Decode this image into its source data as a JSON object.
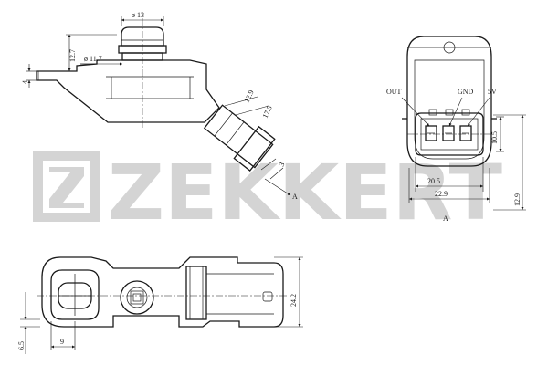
{
  "watermark": {
    "text": "ZEKKERT",
    "color": "#d4d4d4"
  },
  "side_view": {
    "dims": {
      "d13": "ø 13",
      "d11_7": "ø 11.7",
      "d12_7": "12.7",
      "d4": "4",
      "d12_9": "12.9",
      "d17_5": "17.5",
      "d3": "3",
      "section": "A"
    }
  },
  "connector_view": {
    "pins": {
      "out": "OUT",
      "gnd": "GND",
      "v5": "5V"
    },
    "dims": {
      "d20_5": "20.5",
      "d22_9": "22.9",
      "d10_5": "10.5",
      "d12_9": "12.9",
      "section": "A"
    }
  },
  "bottom_view": {
    "dims": {
      "d6_5": "6.5",
      "d9": "9",
      "d24_2": "24.2"
    }
  },
  "colors": {
    "line": "#1a1a1a",
    "watermark": "#d4d4d4"
  }
}
